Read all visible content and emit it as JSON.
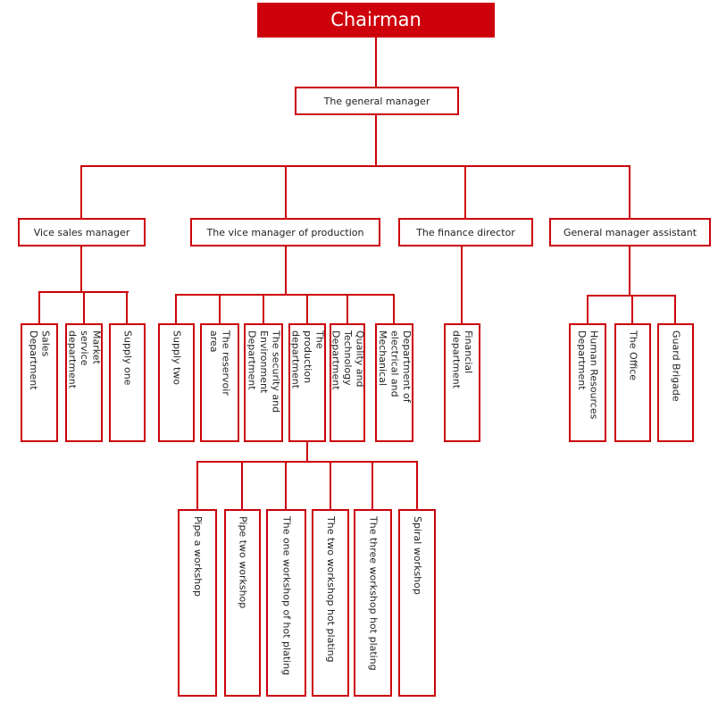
{
  "colors": {
    "node_fill_red": "#CE000B",
    "line_red": "#CC000B",
    "text_dark": "#222222",
    "root_text": "#FFFFFF",
    "background": "#FFFFFF"
  },
  "org": {
    "chairman": {
      "label": "Chairman"
    },
    "general_manager": {
      "label": "The general manager"
    },
    "branches": {
      "sales": {
        "label": "Vice sales manager",
        "children": {
          "sales_department": {
            "label": "Sales\nDepartment"
          },
          "market_service": {
            "label": "Market\nservice\ndepartment"
          },
          "supply_one": {
            "label": "Supply one"
          }
        }
      },
      "production": {
        "label": "The vice manager of production",
        "children": {
          "supply_two": {
            "label": "Supply two"
          },
          "reservoir": {
            "label": "The reservoir\narea"
          },
          "security_environment": {
            "label": "The security and\nEnvironment\nDepartment"
          },
          "production_department": {
            "label": "The\nproduction\ndepartment",
            "children": {
              "pipe_a": {
                "label": "Pipe a workshop"
              },
              "pipe_two": {
                "label": "Pipe two workshop"
              },
              "hot_plating_one": {
                "label": "The one workshop of hot plating"
              },
              "hot_plating_two": {
                "label": "The two workshop hot plating"
              },
              "hot_plating_three": {
                "label": "The three workshop hot plating"
              },
              "spiral": {
                "label": "Spiral workshop"
              }
            }
          },
          "quality_technology": {
            "label": "Quality and\nTechnology\nDepartment"
          },
          "electrical_mechanical": {
            "label": "Department of\nelectrical and\nMechanical"
          }
        }
      },
      "finance": {
        "label": "The finance director",
        "children": {
          "financial_department": {
            "label": "Financial\ndepartment"
          }
        }
      },
      "assistant": {
        "label": "General manager assistant",
        "children": {
          "human_resources": {
            "label": "Human Resources\nDepartment"
          },
          "office": {
            "label": "The Office"
          },
          "guard_brigade": {
            "label": "Guard Brigade"
          }
        }
      }
    }
  }
}
